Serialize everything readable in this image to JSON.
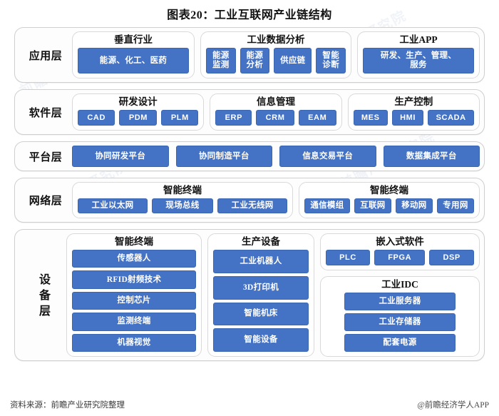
{
  "title": "图表20：工业互联网产业链结构",
  "colors": {
    "chip_fill": "#4472C4",
    "chip_border": "#3B66B0",
    "chip_text": "#FFFFFF",
    "panel_border": "#CFCFCF",
    "page_bg": "#FFFFFF"
  },
  "watermarks": [
    "前瞻产业研究院",
    "前瞻产业研究院",
    "前瞻产业研究院",
    "前瞻产业研究院",
    "前瞻产业研究院",
    "前瞻产业研究院"
  ],
  "layers": [
    {
      "name": "应用层",
      "groups": [
        {
          "title": "垂直行业",
          "items": [
            "能源、化工、医药"
          ]
        },
        {
          "title": "工业数据分析",
          "items": [
            "能源\n监测",
            "能源\n分析",
            "供应链",
            "智能\n诊断"
          ]
        },
        {
          "title": "工业APP",
          "items": [
            "研发、生产、管理、\n服务"
          ]
        }
      ]
    },
    {
      "name": "软件层",
      "groups": [
        {
          "title": "研发设计",
          "items": [
            "CAD",
            "PDM",
            "PLM"
          ]
        },
        {
          "title": "信息管理",
          "items": [
            "ERP",
            "CRM",
            "EAM"
          ]
        },
        {
          "title": "生产控制",
          "items": [
            "MES",
            "HMI",
            "SCADA"
          ]
        }
      ]
    },
    {
      "name": "平台层",
      "groups": [],
      "items": [
        "协同研发平台",
        "协同制造平台",
        "信息交易平台",
        "数据集成平台"
      ]
    },
    {
      "name": "网络层",
      "groups": [
        {
          "title": "智能终端",
          "items": [
            "工业以太网",
            "现场总线",
            "工业无线网"
          ]
        },
        {
          "title": "智能终端",
          "items": [
            "通信模组",
            "互联网",
            "移动网",
            "专用网"
          ]
        }
      ]
    },
    {
      "name": "设备层",
      "groups": [
        {
          "title": "智能终端",
          "items": [
            "传感器人",
            "RFID射频技术",
            "控制芯片",
            "监测终端",
            "机器视觉"
          ]
        },
        {
          "title": "生产设备",
          "items": [
            "工业机器人",
            "3D打印机",
            "智能机床",
            "智能设备"
          ]
        },
        {
          "title": "嵌入式软件",
          "items": [
            "PLC",
            "FPGA",
            "DSP"
          ]
        },
        {
          "title": "工业IDC",
          "items": [
            "工业服务器",
            "工业存储器",
            "配套电源"
          ]
        }
      ]
    }
  ],
  "footer": {
    "source": "资料来源：前瞻产业研究院整理",
    "credit": "@前瞻经济学人APP"
  }
}
